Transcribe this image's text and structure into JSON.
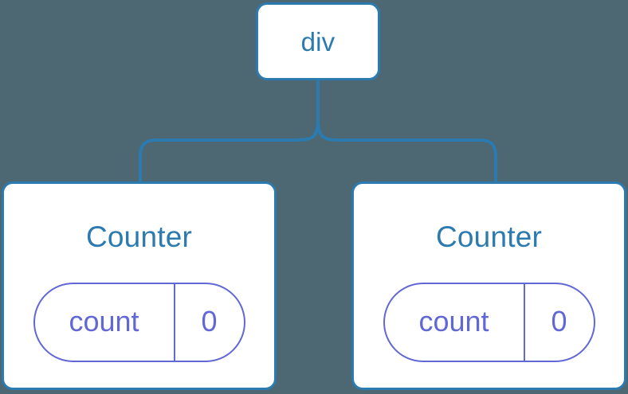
{
  "diagram": {
    "type": "component-tree",
    "background_color": "#4d6872",
    "node_border_color": "#2b7ab0",
    "node_title_color": "#2b7ab0",
    "node_fill_color": "#ffffff",
    "state_accent_color": "#6168d6",
    "connector_color": "#2b7ab0",
    "root": {
      "label": "div"
    },
    "children": [
      {
        "label": "Counter",
        "state": {
          "key": "count",
          "value": "0"
        }
      },
      {
        "label": "Counter",
        "state": {
          "key": "count",
          "value": "0"
        }
      }
    ]
  }
}
